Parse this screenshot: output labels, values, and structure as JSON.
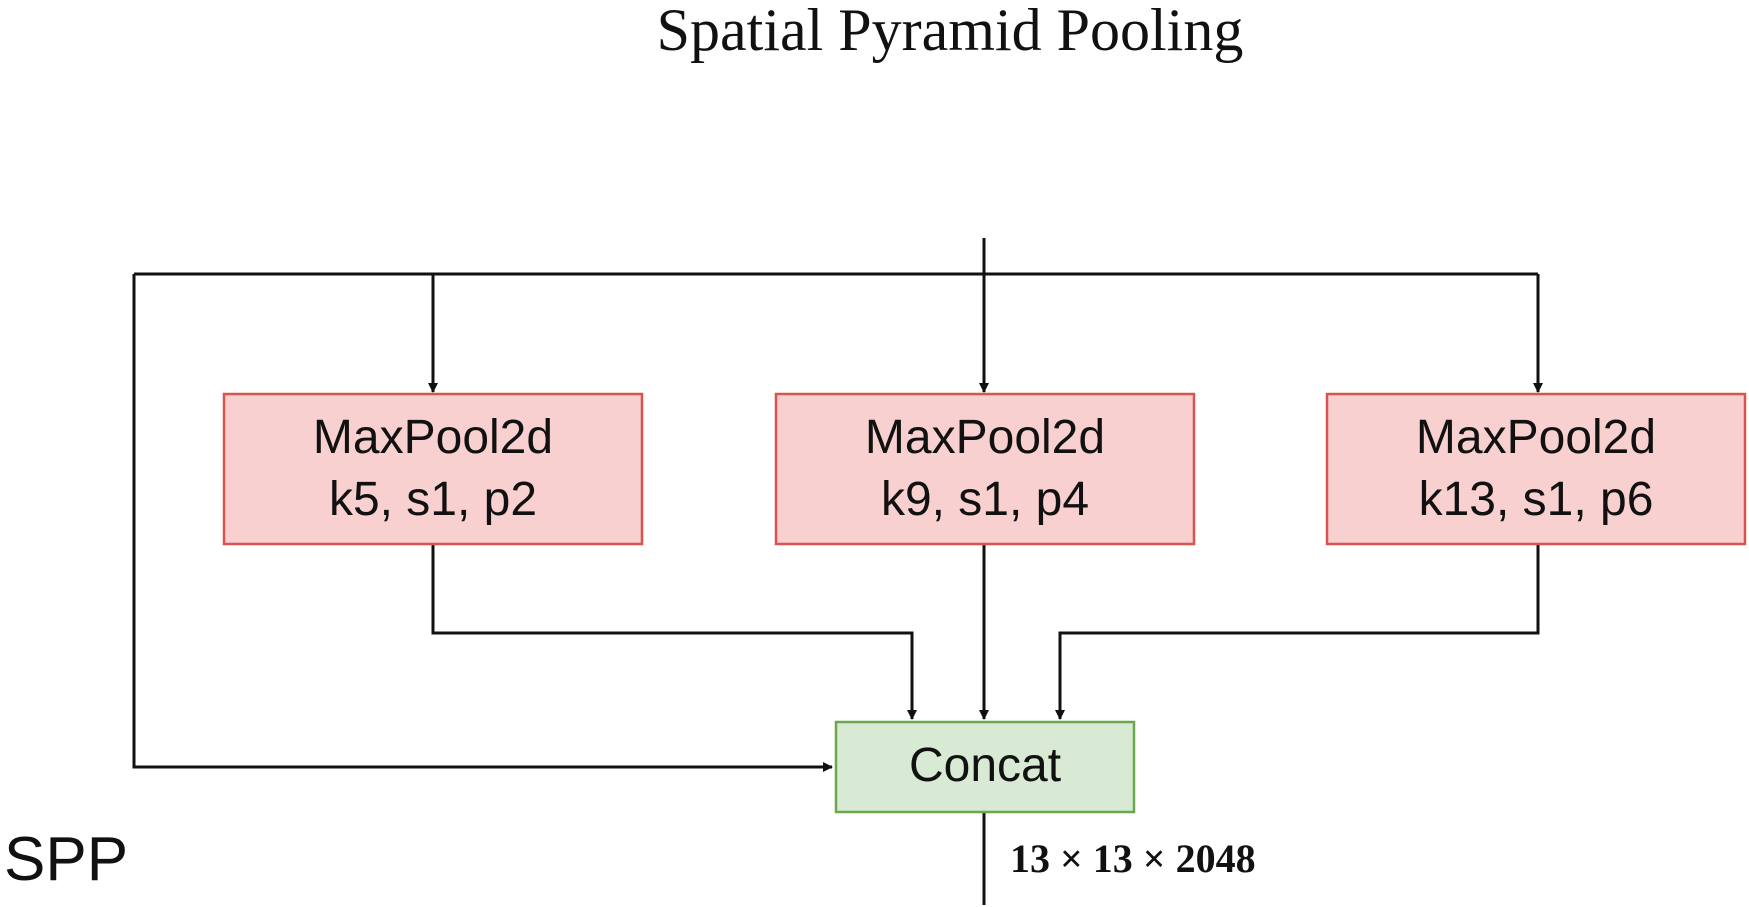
{
  "title": "Spatial Pyramid Pooling",
  "side_label": "SPP",
  "pool_blocks": [
    {
      "name": "MaxPool2d",
      "params": "k5, s1, p2"
    },
    {
      "name": "MaxPool2d",
      "params": "k9, s1, p4"
    },
    {
      "name": "MaxPool2d",
      "params": "k13, s1, p6"
    }
  ],
  "concat_label": "Concat",
  "output_shape": "13 × 13 × 2048",
  "colors": {
    "pool_fill": "#f8d0cf",
    "pool_stroke": "#d9534f",
    "concat_fill": "#d8ead3",
    "concat_stroke": "#6aa84f",
    "line": "#111111"
  }
}
